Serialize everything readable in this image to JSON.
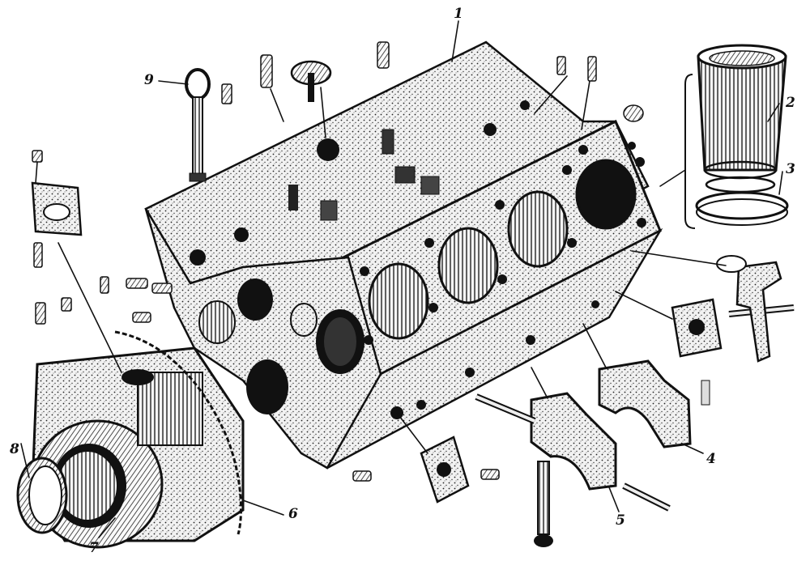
{
  "figure": {
    "background": "#ffffff",
    "ink": "#111111",
    "shade": "#d9d9d9"
  },
  "callouts": [
    {
      "id": "1",
      "text": "1"
    },
    {
      "id": "2",
      "text": "2"
    },
    {
      "id": "3",
      "text": "3"
    },
    {
      "id": "4",
      "text": "4"
    },
    {
      "id": "5",
      "text": "5"
    },
    {
      "id": "6",
      "text": "6"
    },
    {
      "id": "7",
      "text": "7"
    },
    {
      "id": "8",
      "text": "8"
    },
    {
      "id": "9",
      "text": "9"
    }
  ]
}
